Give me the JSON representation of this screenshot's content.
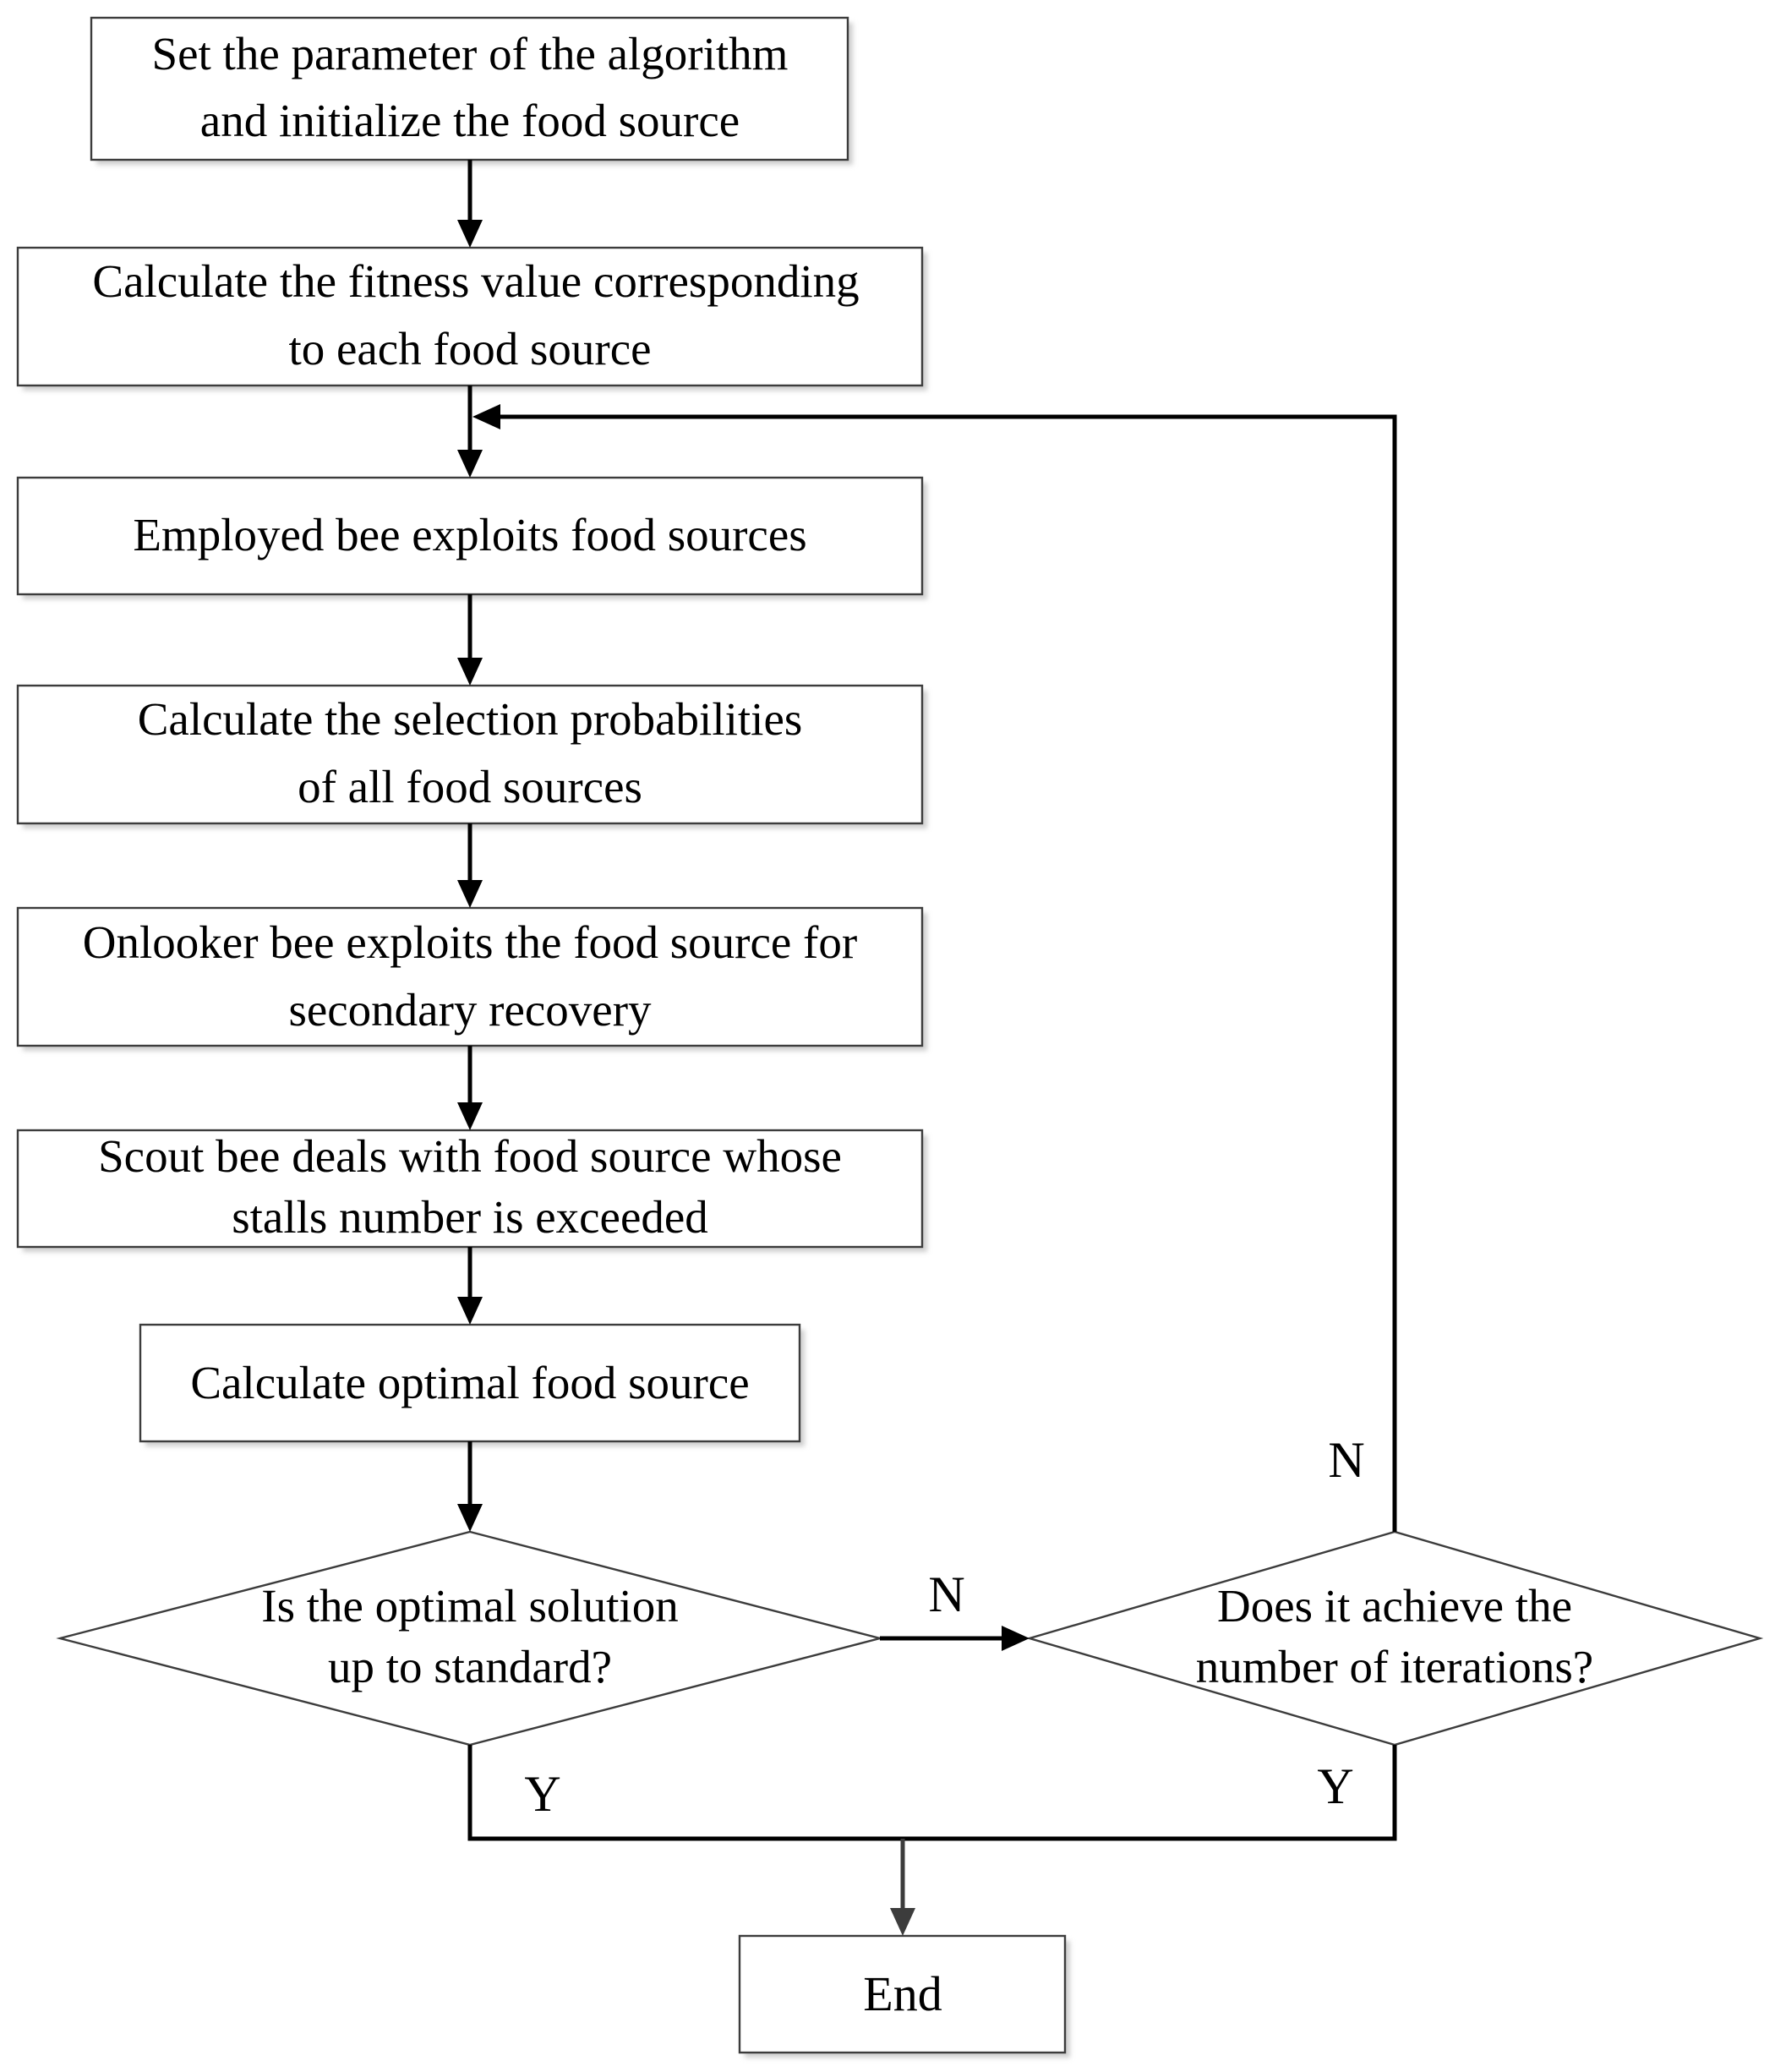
{
  "steps": [
    {
      "id": "init",
      "lines": [
        "Set the parameter of the algorithm",
        "and initialize the food source"
      ]
    },
    {
      "id": "fitness",
      "lines": [
        "Calculate the fitness value corresponding",
        "to each food source"
      ]
    },
    {
      "id": "employed",
      "lines": [
        "Employed bee exploits food sources"
      ]
    },
    {
      "id": "probabilities",
      "lines": [
        "Calculate the selection probabilities",
        "of all food sources"
      ]
    },
    {
      "id": "onlooker",
      "lines": [
        "Onlooker bee exploits the food source for",
        "secondary recovery"
      ]
    },
    {
      "id": "scout",
      "lines": [
        "Scout bee deals with food source whose",
        "stalls number is exceeded"
      ]
    },
    {
      "id": "optimal",
      "lines": [
        "Calculate optimal food source"
      ]
    }
  ],
  "decisions": [
    {
      "id": "standard",
      "lines": [
        "Is the optimal solution",
        "up to standard?"
      ],
      "no_label": "N",
      "yes_label": "Y"
    },
    {
      "id": "iterations",
      "lines": [
        "Does it achieve the",
        "number of iterations?"
      ],
      "no_label": "N",
      "yes_label": "Y"
    }
  ],
  "end": {
    "label": "End"
  }
}
